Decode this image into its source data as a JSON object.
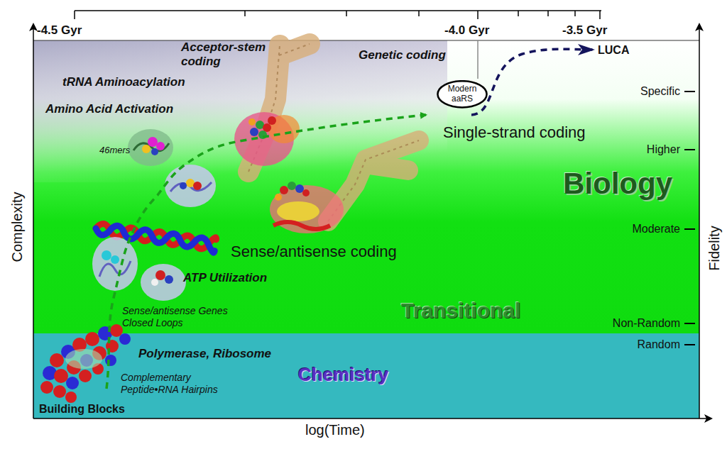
{
  "diagram": {
    "nodes": [
      {
        "text": [
          "Modern aaRS"
        ]
      }
    ],
    "labels": [
      "-4.5 Gyr",
      "-4.0 Gyr",
      "-3.5 Gyr",
      "LUCA",
      "Specific",
      "Higher",
      "Moderate",
      "Non-Random",
      "Random",
      "Fidelity",
      "Complexity",
      "log(Time)",
      "Genetic coding",
      "Acceptor-stem coding",
      "tRNA Aminoacylation",
      "Amino Acid Activation",
      "46mers",
      "Single-strand coding",
      "Biology",
      "Sense/antisense coding",
      "ATP Utilization",
      "Transitional",
      "Sense/antisense Genes Closed Loops",
      "Polymerase, Ribosome",
      "Chemistry",
      "Complementary Peptide•RNA Hairpins",
      "Building Blocks"
    ]
  }
}
